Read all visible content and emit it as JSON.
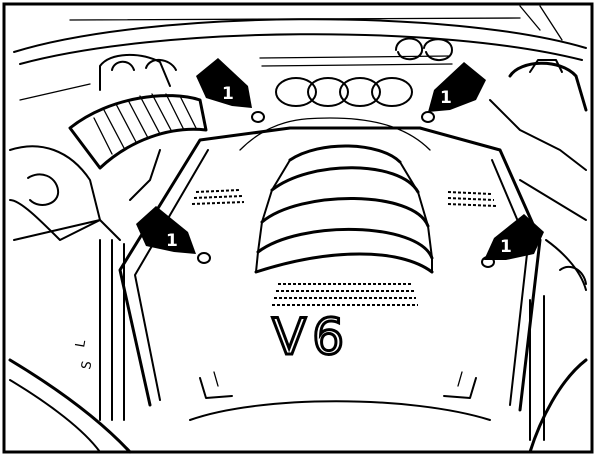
{
  "engine_label": "V6",
  "callouts": [
    {
      "label": "1"
    },
    {
      "label": "1"
    },
    {
      "label": "1"
    },
    {
      "label": "1"
    }
  ],
  "side_text_1": "L",
  "side_text_2": "S"
}
